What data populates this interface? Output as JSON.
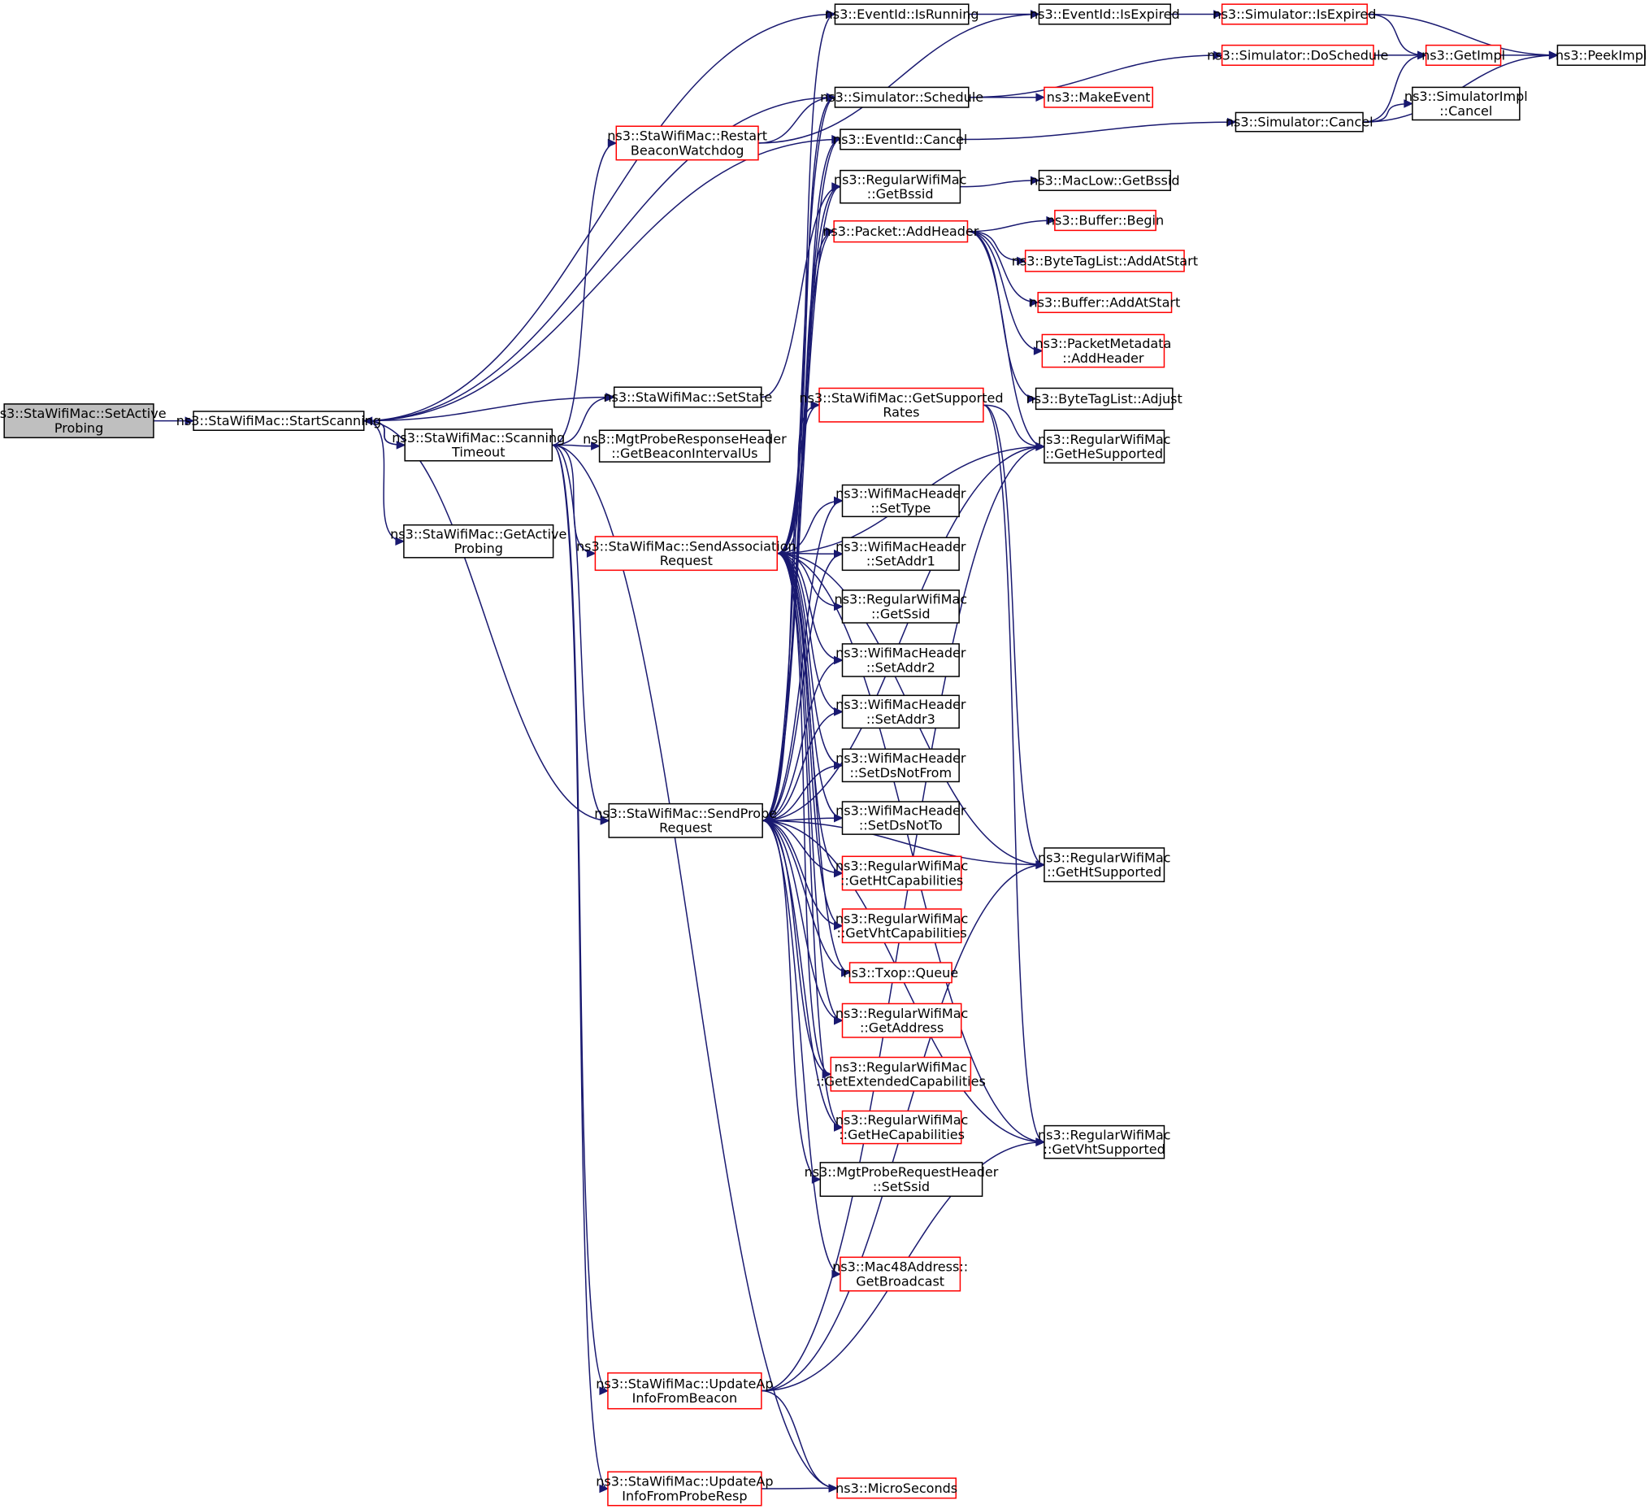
{
  "colors": {
    "edge": "#191970",
    "border_normal": "#000000",
    "border_truncated": "#ff0000",
    "fill_root": "#bfbfbf",
    "fill_normal": "#ffffff"
  },
  "nodes": [
    {
      "id": "setActiveProbing",
      "lines": [
        "ns3::StaWifiMac::SetActive",
        "Probing"
      ],
      "style": "root"
    },
    {
      "id": "startScanning",
      "lines": [
        "ns3::StaWifiMac::StartScanning"
      ],
      "style": "normal"
    },
    {
      "id": "scanningTimeout",
      "lines": [
        "ns3::StaWifiMac::Scanning",
        "Timeout"
      ],
      "style": "normal"
    },
    {
      "id": "getActiveProbing",
      "lines": [
        "ns3::StaWifiMac::GetActive",
        "Probing"
      ],
      "style": "normal"
    },
    {
      "id": "setState",
      "lines": [
        "ns3::StaWifiMac::SetState"
      ],
      "style": "normal"
    },
    {
      "id": "getBeaconIntervalUs",
      "lines": [
        "ns3::MgtProbeResponseHeader",
        "::GetBeaconIntervalUs"
      ],
      "style": "normal"
    },
    {
      "id": "restartBeaconWatchdog",
      "lines": [
        "ns3::StaWifiMac::Restart",
        "BeaconWatchdog"
      ],
      "style": "truncated"
    },
    {
      "id": "sendAssociationRequest",
      "lines": [
        "ns3::StaWifiMac::SendAssociation",
        "Request"
      ],
      "style": "truncated"
    },
    {
      "id": "sendProbeRequest",
      "lines": [
        "ns3::StaWifiMac::SendProbe",
        "Request"
      ],
      "style": "normal"
    },
    {
      "id": "updateApInfoFromBeacon",
      "lines": [
        "ns3::StaWifiMac::UpdateAp",
        "InfoFromBeacon"
      ],
      "style": "truncated"
    },
    {
      "id": "updateApInfoFromProbeResp",
      "lines": [
        "ns3::StaWifiMac::UpdateAp",
        "InfoFromProbeResp"
      ],
      "style": "truncated"
    },
    {
      "id": "eventIdIsRunning",
      "lines": [
        "ns3::EventId::IsRunning"
      ],
      "style": "normal"
    },
    {
      "id": "simulatorSchedule",
      "lines": [
        "ns3::Simulator::Schedule"
      ],
      "style": "normal"
    },
    {
      "id": "eventIdCancel",
      "lines": [
        "ns3::EventId::Cancel"
      ],
      "style": "normal"
    },
    {
      "id": "getBssid",
      "lines": [
        "ns3::RegularWifiMac",
        "::GetBssid"
      ],
      "style": "normal"
    },
    {
      "id": "packetAddHeader",
      "lines": [
        "ns3::Packet::AddHeader"
      ],
      "style": "truncated"
    },
    {
      "id": "getSupportedRates",
      "lines": [
        "ns3::StaWifiMac::GetSupported",
        "Rates"
      ],
      "style": "truncated"
    },
    {
      "id": "setType",
      "lines": [
        "ns3::WifiMacHeader",
        "::SetType"
      ],
      "style": "normal"
    },
    {
      "id": "setAddr1",
      "lines": [
        "ns3::WifiMacHeader",
        "::SetAddr1"
      ],
      "style": "normal"
    },
    {
      "id": "getSsid",
      "lines": [
        "ns3::RegularWifiMac",
        "::GetSsid"
      ],
      "style": "normal"
    },
    {
      "id": "setAddr2",
      "lines": [
        "ns3::WifiMacHeader",
        "::SetAddr2"
      ],
      "style": "normal"
    },
    {
      "id": "setAddr3",
      "lines": [
        "ns3::WifiMacHeader",
        "::SetAddr3"
      ],
      "style": "normal"
    },
    {
      "id": "setDsNotFrom",
      "lines": [
        "ns3::WifiMacHeader",
        "::SetDsNotFrom"
      ],
      "style": "normal"
    },
    {
      "id": "setDsNotTo",
      "lines": [
        "ns3::WifiMacHeader",
        "::SetDsNotTo"
      ],
      "style": "normal"
    },
    {
      "id": "getHtCapabilities",
      "lines": [
        "ns3::RegularWifiMac",
        "::GetHtCapabilities"
      ],
      "style": "truncated"
    },
    {
      "id": "getVhtCapabilities",
      "lines": [
        "ns3::RegularWifiMac",
        "::GetVhtCapabilities"
      ],
      "style": "truncated"
    },
    {
      "id": "txopQueue",
      "lines": [
        "ns3::Txop::Queue"
      ],
      "style": "truncated"
    },
    {
      "id": "getAddress",
      "lines": [
        "ns3::RegularWifiMac",
        "::GetAddress"
      ],
      "style": "truncated"
    },
    {
      "id": "getExtendedCapabilities",
      "lines": [
        "ns3::RegularWifiMac",
        "::GetExtendedCapabilities"
      ],
      "style": "truncated"
    },
    {
      "id": "getHeCapabilities",
      "lines": [
        "ns3::RegularWifiMac",
        "::GetHeCapabilities"
      ],
      "style": "truncated"
    },
    {
      "id": "probeSetSsid",
      "lines": [
        "ns3::MgtProbeRequestHeader",
        "::SetSsid"
      ],
      "style": "normal"
    },
    {
      "id": "getBroadcast",
      "lines": [
        "ns3::Mac48Address::",
        "GetBroadcast"
      ],
      "style": "truncated"
    },
    {
      "id": "microSeconds",
      "lines": [
        "ns3::MicroSeconds"
      ],
      "style": "truncated"
    },
    {
      "id": "eventIdIsExpired",
      "lines": [
        "ns3::EventId::IsExpired"
      ],
      "style": "normal"
    },
    {
      "id": "simulatorIsExpired",
      "lines": [
        "ns3::Simulator::IsExpired"
      ],
      "style": "truncated"
    },
    {
      "id": "simulatorDoSchedule",
      "lines": [
        "ns3::Simulator::DoSchedule"
      ],
      "style": "truncated"
    },
    {
      "id": "makeEvent",
      "lines": [
        "ns3::MakeEvent"
      ],
      "style": "truncated"
    },
    {
      "id": "simulatorCancel",
      "lines": [
        "ns3::Simulator::Cancel"
      ],
      "style": "normal"
    },
    {
      "id": "macLowGetBssid",
      "lines": [
        "ns3::MacLow::GetBssid"
      ],
      "style": "normal"
    },
    {
      "id": "bufferBegin",
      "lines": [
        "ns3::Buffer::Begin"
      ],
      "style": "truncated"
    },
    {
      "id": "byteTagListAddAtStart",
      "lines": [
        "ns3::ByteTagList::AddAtStart"
      ],
      "style": "truncated"
    },
    {
      "id": "bufferAddAtStart",
      "lines": [
        "ns3::Buffer::AddAtStart"
      ],
      "style": "truncated"
    },
    {
      "id": "packetMetadataAddHeader",
      "lines": [
        "ns3::PacketMetadata",
        "::AddHeader"
      ],
      "style": "truncated"
    },
    {
      "id": "byteTagListAdjust",
      "lines": [
        "ns3::ByteTagList::Adjust"
      ],
      "style": "normal"
    },
    {
      "id": "getHeSupported",
      "lines": [
        "ns3::RegularWifiMac",
        "::GetHeSupported"
      ],
      "style": "normal"
    },
    {
      "id": "getHtSupported",
      "lines": [
        "ns3::RegularWifiMac",
        "::GetHtSupported"
      ],
      "style": "normal"
    },
    {
      "id": "getVhtSupported",
      "lines": [
        "ns3::RegularWifiMac",
        "::GetVhtSupported"
      ],
      "style": "normal"
    },
    {
      "id": "getImpl",
      "lines": [
        "ns3::GetImpl"
      ],
      "style": "truncated"
    },
    {
      "id": "peekImpl",
      "lines": [
        "ns3::PeekImpl"
      ],
      "style": "normal"
    },
    {
      "id": "simulatorImplCancel",
      "lines": [
        "ns3::SimulatorImpl",
        "::Cancel"
      ],
      "style": "normal"
    }
  ],
  "edges": [
    [
      "setActiveProbing",
      "startScanning"
    ],
    [
      "startScanning",
      "eventIdIsRunning"
    ],
    [
      "startScanning",
      "simulatorSchedule"
    ],
    [
      "startScanning",
      "eventIdCancel"
    ],
    [
      "startScanning",
      "setState"
    ],
    [
      "startScanning",
      "scanningTimeout"
    ],
    [
      "startScanning",
      "getActiveProbing"
    ],
    [
      "startScanning",
      "sendProbeRequest"
    ],
    [
      "scanningTimeout",
      "startScanning"
    ],
    [
      "scanningTimeout",
      "restartBeaconWatchdog"
    ],
    [
      "scanningTimeout",
      "setState"
    ],
    [
      "scanningTimeout",
      "getBeaconIntervalUs"
    ],
    [
      "scanningTimeout",
      "sendAssociationRequest"
    ],
    [
      "scanningTimeout",
      "sendProbeRequest"
    ],
    [
      "scanningTimeout",
      "updateApInfoFromBeacon"
    ],
    [
      "scanningTimeout",
      "updateApInfoFromProbeResp"
    ],
    [
      "scanningTimeout",
      "microSeconds"
    ],
    [
      "restartBeaconWatchdog",
      "eventIdIsExpired"
    ],
    [
      "restartBeaconWatchdog",
      "simulatorSchedule"
    ],
    [
      "setState",
      "getBssid"
    ],
    [
      "sendAssociationRequest",
      "eventIdIsRunning"
    ],
    [
      "sendAssociationRequest",
      "simulatorSchedule"
    ],
    [
      "sendAssociationRequest",
      "eventIdCancel"
    ],
    [
      "sendAssociationRequest",
      "getBssid"
    ],
    [
      "sendAssociationRequest",
      "packetAddHeader"
    ],
    [
      "sendAssociationRequest",
      "getSupportedRates"
    ],
    [
      "sendAssociationRequest",
      "getHeSupported"
    ],
    [
      "sendAssociationRequest",
      "getHtSupported"
    ],
    [
      "sendAssociationRequest",
      "getVhtSupported"
    ],
    [
      "sendAssociationRequest",
      "setType"
    ],
    [
      "sendAssociationRequest",
      "setAddr1"
    ],
    [
      "sendAssociationRequest",
      "getSsid"
    ],
    [
      "sendAssociationRequest",
      "setAddr2"
    ],
    [
      "sendAssociationRequest",
      "setAddr3"
    ],
    [
      "sendAssociationRequest",
      "setDsNotFrom"
    ],
    [
      "sendAssociationRequest",
      "setDsNotTo"
    ],
    [
      "sendAssociationRequest",
      "getHtCapabilities"
    ],
    [
      "sendAssociationRequest",
      "getVhtCapabilities"
    ],
    [
      "sendAssociationRequest",
      "txopQueue"
    ],
    [
      "sendAssociationRequest",
      "getAddress"
    ],
    [
      "sendAssociationRequest",
      "getExtendedCapabilities"
    ],
    [
      "sendAssociationRequest",
      "getHeCapabilities"
    ],
    [
      "sendProbeRequest",
      "simulatorSchedule"
    ],
    [
      "sendProbeRequest",
      "eventIdCancel"
    ],
    [
      "sendProbeRequest",
      "getBssid"
    ],
    [
      "sendProbeRequest",
      "packetAddHeader"
    ],
    [
      "sendProbeRequest",
      "getSupportedRates"
    ],
    [
      "sendProbeRequest",
      "getHeSupported"
    ],
    [
      "sendProbeRequest",
      "getHtSupported"
    ],
    [
      "sendProbeRequest",
      "getVhtSupported"
    ],
    [
      "sendProbeRequest",
      "setType"
    ],
    [
      "sendProbeRequest",
      "setAddr1"
    ],
    [
      "sendProbeRequest",
      "setAddr2"
    ],
    [
      "sendProbeRequest",
      "setAddr3"
    ],
    [
      "sendProbeRequest",
      "setDsNotFrom"
    ],
    [
      "sendProbeRequest",
      "setDsNotTo"
    ],
    [
      "sendProbeRequest",
      "getHtCapabilities"
    ],
    [
      "sendProbeRequest",
      "getVhtCapabilities"
    ],
    [
      "sendProbeRequest",
      "txopQueue"
    ],
    [
      "sendProbeRequest",
      "getAddress"
    ],
    [
      "sendProbeRequest",
      "getExtendedCapabilities"
    ],
    [
      "sendProbeRequest",
      "getHeCapabilities"
    ],
    [
      "sendProbeRequest",
      "probeSetSsid"
    ],
    [
      "sendProbeRequest",
      "getBroadcast"
    ],
    [
      "updateApInfoFromBeacon",
      "getHtSupported"
    ],
    [
      "updateApInfoFromBeacon",
      "getVhtSupported"
    ],
    [
      "updateApInfoFromBeacon",
      "getHeSupported"
    ],
    [
      "updateApInfoFromBeacon",
      "microSeconds"
    ],
    [
      "updateApInfoFromProbeResp",
      "microSeconds"
    ],
    [
      "eventIdIsRunning",
      "eventIdIsExpired"
    ],
    [
      "eventIdIsExpired",
      "simulatorIsExpired"
    ],
    [
      "simulatorIsExpired",
      "getImpl"
    ],
    [
      "simulatorIsExpired",
      "peekImpl"
    ],
    [
      "simulatorSchedule",
      "simulatorDoSchedule"
    ],
    [
      "simulatorSchedule",
      "makeEvent"
    ],
    [
      "simulatorDoSchedule",
      "getImpl"
    ],
    [
      "getImpl",
      "peekImpl"
    ],
    [
      "eventIdCancel",
      "simulatorCancel"
    ],
    [
      "simulatorCancel",
      "getImpl"
    ],
    [
      "simulatorCancel",
      "simulatorImplCancel"
    ],
    [
      "simulatorCancel",
      "peekImpl"
    ],
    [
      "getBssid",
      "macLowGetBssid"
    ],
    [
      "packetAddHeader",
      "bufferBegin"
    ],
    [
      "packetAddHeader",
      "byteTagListAddAtStart"
    ],
    [
      "packetAddHeader",
      "bufferAddAtStart"
    ],
    [
      "packetAddHeader",
      "packetMetadataAddHeader"
    ],
    [
      "packetAddHeader",
      "byteTagListAdjust"
    ],
    [
      "packetAddHeader",
      "getHeSupported"
    ],
    [
      "getSupportedRates",
      "getHeSupported"
    ],
    [
      "getSupportedRates",
      "getHtSupported"
    ],
    [
      "getSupportedRates",
      "getVhtSupported"
    ]
  ]
}
